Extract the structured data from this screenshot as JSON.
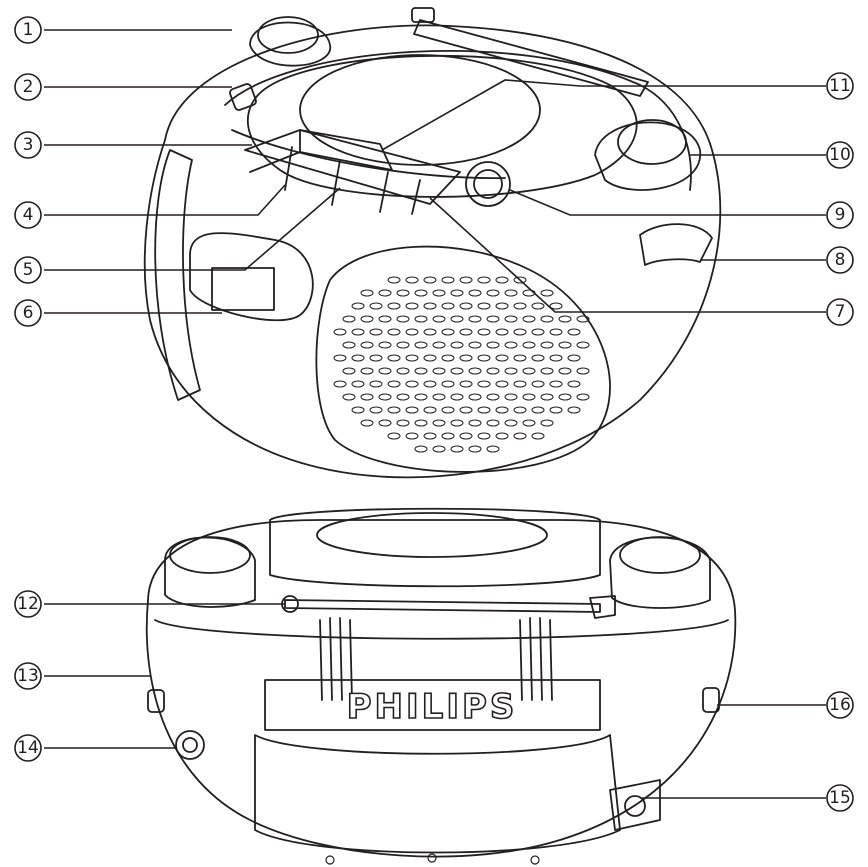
{
  "brand": "PHILIPS",
  "callouts": [
    "1",
    "2",
    "3",
    "4",
    "5",
    "6",
    "7",
    "8",
    "9",
    "10",
    "11",
    "12",
    "13",
    "14",
    "15",
    "16"
  ],
  "colors": {
    "line": "#231f20",
    "fill": "#ffffff"
  }
}
